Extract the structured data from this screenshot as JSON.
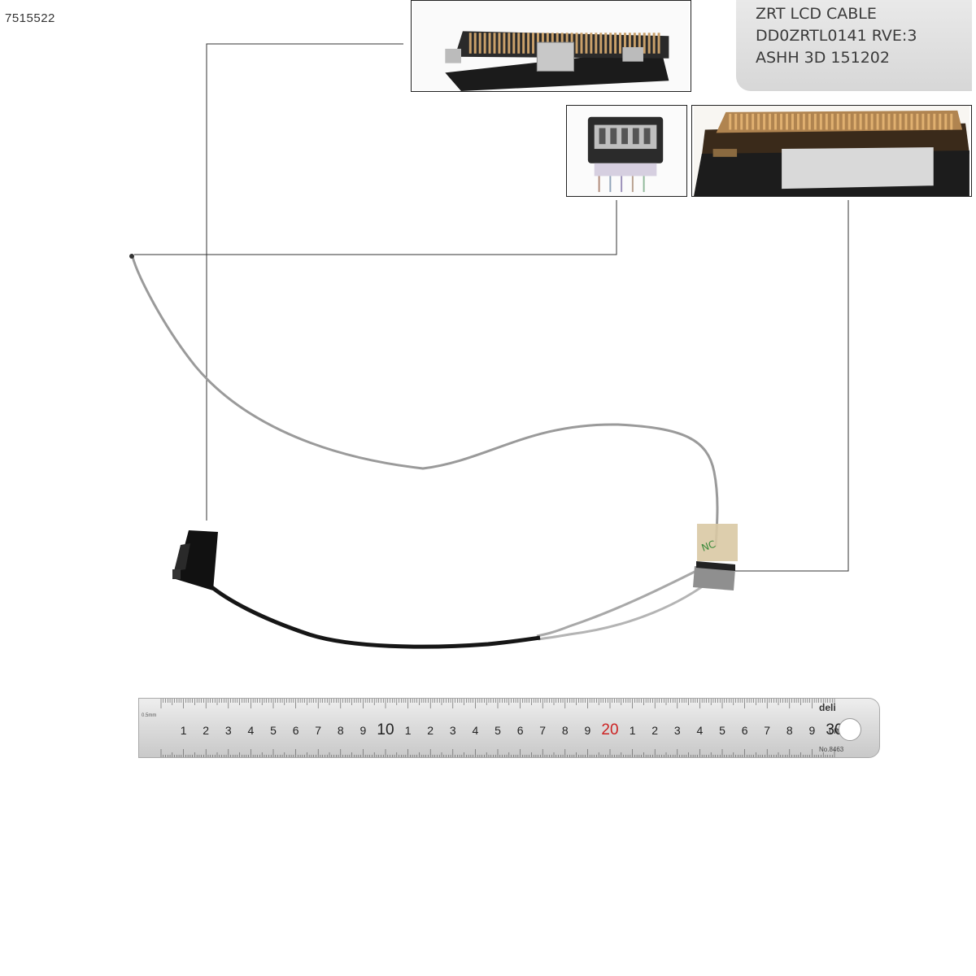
{
  "product_code": "7515522",
  "label": {
    "line1": "ZRT LCD CABLE",
    "line2": "DD0ZRTL0141 RVE:3",
    "line3": "ASHH   3D   151202"
  },
  "ruler": {
    "brand": "deli",
    "model": "No.8463",
    "unit": "cm",
    "small_unit": "mm",
    "scale_note": "0.5mm",
    "numbers": [
      "1",
      "2",
      "3",
      "4",
      "5",
      "6",
      "7",
      "8",
      "9",
      "10",
      "1",
      "2",
      "3",
      "4",
      "5",
      "6",
      "7",
      "8",
      "9",
      "20",
      "1",
      "2",
      "3",
      "4",
      "5",
      "6",
      "7",
      "8",
      "9",
      "30"
    ],
    "highlight_color": "#cc2222"
  },
  "icons": {
    "wire_connector": "wire-connector-icon",
    "panel_connector": "panel-connector-icon",
    "lcd_cable": "lcd-cable-icon"
  }
}
